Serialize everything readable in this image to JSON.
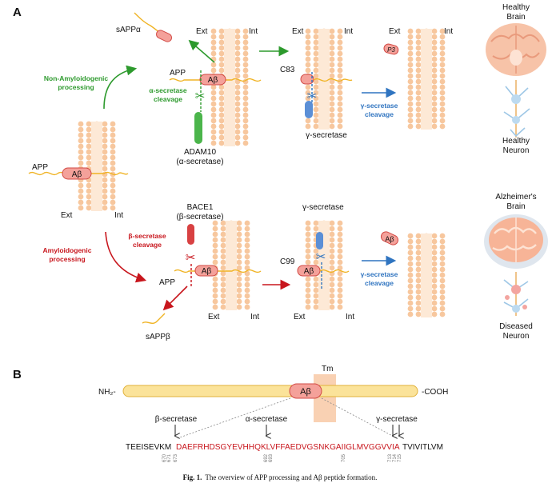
{
  "panel_a": {
    "label": "A",
    "membrane_initial": {
      "app": "APP",
      "abeta": "Aβ",
      "ext": "Ext",
      "int": "Int"
    },
    "non_amyloid": {
      "title_line1": "Non-Amyloidogenic",
      "title_line2": "processing",
      "alpha_cleavage_line1": "α-secretase",
      "alpha_cleavage_line2": "cleavage",
      "sappa": "sAPPα",
      "app": "APP",
      "abeta": "Aβ",
      "ext": "Ext",
      "int": "Int",
      "adam10_line1": "ADAM10",
      "adam10_line2": "(α-secretase)",
      "c83": "C83",
      "ext2": "Ext",
      "int2": "Int",
      "gamma": "γ-secretase",
      "gamma_cleavage_line1": "γ-secretase",
      "gamma_cleavage_line2": "cleavage",
      "p3": "P3",
      "ext3": "Ext",
      "int3": "Int"
    },
    "amyloid": {
      "title_line1": "Amyloidogenic",
      "title_line2": "processing",
      "beta_cleavage_line1": "β-secretase",
      "beta_cleavage_line2": "cleavage",
      "bace1_line1": "BACE1",
      "bace1_line2": "(β-secretase)",
      "app": "APP",
      "abeta": "Aβ",
      "ext": "Ext",
      "int": "Int",
      "sappb": "sAPPβ",
      "c99": "C99",
      "gamma": "γ-secretase",
      "abeta2": "Aβ",
      "ext2": "Ext",
      "int2": "Int",
      "gamma_cleavage_line1": "γ-secretase",
      "gamma_cleavage_line2": "cleavage",
      "abeta3": "Aβ"
    },
    "side": {
      "healthy_brain_line1": "Healthy",
      "healthy_brain_line2": "Brain",
      "healthy_neuron_line1": "Healthy",
      "healthy_neuron_line2": "Neuron",
      "alz_brain_line1": "Alzheimer's",
      "alz_brain_line2": "Brain",
      "diseased_neuron_line1": "Diseased",
      "diseased_neuron_line2": "Neuron"
    }
  },
  "panel_b": {
    "label": "B",
    "tm": "Tm",
    "nh2": "NH₂-",
    "cooh": "-COOH",
    "abeta": "Aβ",
    "beta_secretase": "β-secretase",
    "alpha_secretase": "α-secretase",
    "gamma_secretase": "γ-secretase",
    "seq_prefix": "TEEISEVKM",
    "seq_abeta": "DAEFRHDSGYEVHHQKLVFFAEDVGSNKGAIIGLMVGGVVIA",
    "seq_suffix": "TVIVITLVM",
    "residues": [
      "670",
      "671",
      "673",
      "692",
      "693",
      "705",
      "713",
      "714",
      "715"
    ]
  },
  "caption": {
    "prefix": "Fig. 1.",
    "text": "The overview of APP processing and Aβ peptide formation."
  },
  "colors": {
    "membrane": "#f7c79e",
    "abeta_fill": "#f4a19a",
    "abeta_stroke": "#d24a45",
    "green": "#2d9a2d",
    "red": "#c8161d",
    "blue": "#2f74c0",
    "app_line": "#f0b323",
    "bar_fill": "#fbe39a",
    "bar_stroke": "#e1b23b",
    "tm_box": "#f8c9a6"
  }
}
